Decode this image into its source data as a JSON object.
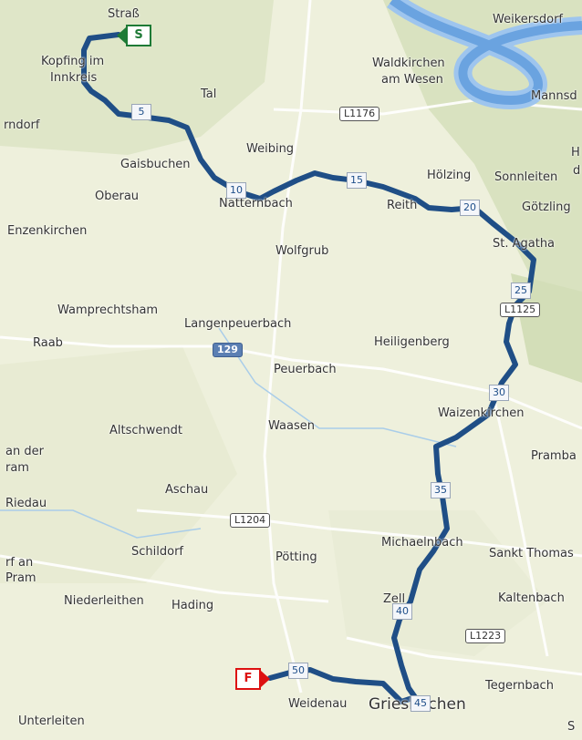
{
  "towns": [
    {
      "id": "strass",
      "text": "Straß"
    },
    {
      "id": "weikersdorf",
      "text": "Weikersdorf"
    },
    {
      "id": "kopfing",
      "text": "Kopfing im"
    },
    {
      "id": "innkreis",
      "text": "Innkreis"
    },
    {
      "id": "waldkirchen",
      "text": "Waldkirchen"
    },
    {
      "id": "amwesen",
      "text": "am Wesen"
    },
    {
      "id": "mannsd",
      "text": "Mannsd"
    },
    {
      "id": "rndorf",
      "text": "rndorf"
    },
    {
      "id": "tal",
      "text": "Tal"
    },
    {
      "id": "h",
      "text": "H"
    },
    {
      "id": "d",
      "text": "d"
    },
    {
      "id": "weibing",
      "text": "Weibing"
    },
    {
      "id": "gaisbuchen",
      "text": "Gaisbuchen"
    },
    {
      "id": "holzing",
      "text": "Hölzing"
    },
    {
      "id": "sonnleiten",
      "text": "Sonnleiten"
    },
    {
      "id": "oberau",
      "text": "Oberau"
    },
    {
      "id": "natternbach",
      "text": "Natternbach"
    },
    {
      "id": "reith",
      "text": "Reith"
    },
    {
      "id": "gotzling",
      "text": "Götzling"
    },
    {
      "id": "enzenkirchen",
      "text": "Enzenkirchen"
    },
    {
      "id": "stagatha",
      "text": "St. Agatha"
    },
    {
      "id": "wolfgrub",
      "text": "Wolfgrub"
    },
    {
      "id": "wamprechtsham",
      "text": "Wamprechtsham"
    },
    {
      "id": "langenpeuerbach",
      "text": "Langenpeuerbach"
    },
    {
      "id": "raab",
      "text": "Raab"
    },
    {
      "id": "heiligenberg",
      "text": "Heiligenberg"
    },
    {
      "id": "peuerbach",
      "text": "Peuerbach"
    },
    {
      "id": "waizenkirchen",
      "text": "Waizenkirchen"
    },
    {
      "id": "waasen",
      "text": "Waasen"
    },
    {
      "id": "altschwendt",
      "text": "Altschwendt"
    },
    {
      "id": "ander",
      "text": "an der"
    },
    {
      "id": "ram",
      "text": "ram"
    },
    {
      "id": "pramba",
      "text": "Pramba"
    },
    {
      "id": "aschau",
      "text": "Aschau"
    },
    {
      "id": "riedau",
      "text": "Riedau"
    },
    {
      "id": "michaelnbach",
      "text": "Michaelnbach"
    },
    {
      "id": "sanktthomas",
      "text": "Sankt Thomas"
    },
    {
      "id": "schildorf",
      "text": "Schildorf"
    },
    {
      "id": "potting",
      "text": "Pötting"
    },
    {
      "id": "rfan",
      "text": "rf an"
    },
    {
      "id": "pram",
      "text": "Pram"
    },
    {
      "id": "niederleithen",
      "text": "Niederleithen"
    },
    {
      "id": "hading",
      "text": "Hading"
    },
    {
      "id": "zell",
      "text": "Zell"
    },
    {
      "id": "kaltenbach",
      "text": "Kaltenbach"
    },
    {
      "id": "tegernbach",
      "text": "Tegernbach"
    },
    {
      "id": "weidenau",
      "text": "Weidenau"
    },
    {
      "id": "grieskirchen",
      "text": "Grieskirchen"
    },
    {
      "id": "unterleiten",
      "text": "Unterleiten"
    },
    {
      "id": "s",
      "text": "S"
    }
  ],
  "roads": [
    {
      "id": "l1176",
      "text": "L1176",
      "style": "white"
    },
    {
      "id": "l1125",
      "text": "L1125",
      "style": "white"
    },
    {
      "id": "r129",
      "text": "129",
      "style": "blue"
    },
    {
      "id": "l1204",
      "text": "L1204",
      "style": "white"
    },
    {
      "id": "l1223",
      "text": "L1223",
      "style": "white"
    }
  ],
  "km_markers": [
    "5",
    "10",
    "15",
    "20",
    "25",
    "30",
    "35",
    "40",
    "45",
    "50"
  ],
  "start_flag": "S",
  "finish_flag": "F",
  "colors": {
    "route": "#1f4e86",
    "river": "#6aa3e0",
    "start": "#1e7a36",
    "finish": "#dd1111",
    "land": "#eef0dc"
  }
}
